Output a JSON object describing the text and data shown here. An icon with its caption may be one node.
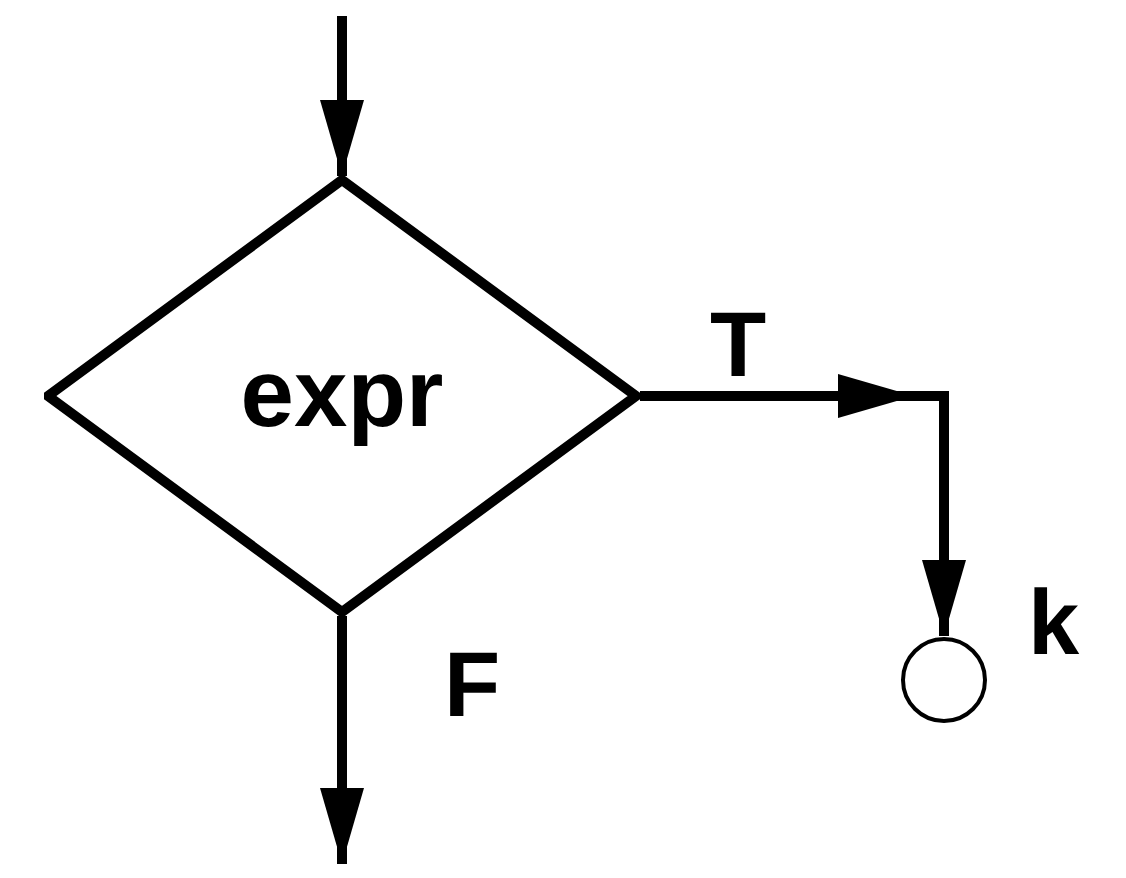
{
  "diagram": {
    "nodes": [
      {
        "text": [
          "expr"
        ]
      },
      {
        "text": [],
        "shape": "circle",
        "beside": [
          "k"
        ]
      }
    ],
    "edges": [
      {
        "from": null,
        "to": 0,
        "arrow": "to"
      },
      {
        "from": 0,
        "to": 1,
        "arrow": "to",
        "label": "T"
      },
      {
        "from": 0,
        "to": null,
        "arrow": "to",
        "label": "F"
      }
    ]
  }
}
